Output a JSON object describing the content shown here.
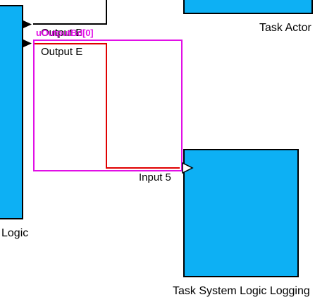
{
  "colors": {
    "block_fill": "#0db0f4",
    "block_stroke": "#000000",
    "selection": "#e10fe6",
    "signal_line": "#e00000",
    "background": "#ffffff"
  },
  "blocks": {
    "left": {
      "label": "Logic"
    },
    "top_right": {
      "label": "Task Actor"
    },
    "bottom_right": {
      "label": "Task System Logic Logging"
    }
  },
  "subsystem": {
    "output_port_1": "Output B",
    "output_port_2": "Output E",
    "signal_label": "uOutputBd[0]",
    "input_port": "Input 5"
  }
}
